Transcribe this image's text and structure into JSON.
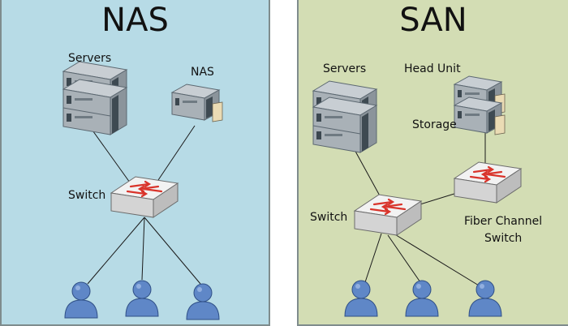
{
  "nas": {
    "title": "NAS",
    "servers_label": "Servers",
    "nas_label": "NAS",
    "switch_label": "Switch"
  },
  "san": {
    "title": "SAN",
    "servers_label": "Servers",
    "head_unit_label": "Head Unit",
    "storage_label": "Storage",
    "switch_label": "Switch",
    "fc_switch_label_1": "Fiber Channel",
    "fc_switch_label_2": "Switch"
  },
  "colors": {
    "nas_background": "#b7dbe6",
    "san_background": "#d3ddb4",
    "border": "#7f8c8d",
    "arrow": "#d9342b",
    "user": "#5f87c7"
  },
  "icons": [
    "server-icon",
    "nas-device-icon",
    "storage-array-icon",
    "switch-icon",
    "user-icon"
  ]
}
